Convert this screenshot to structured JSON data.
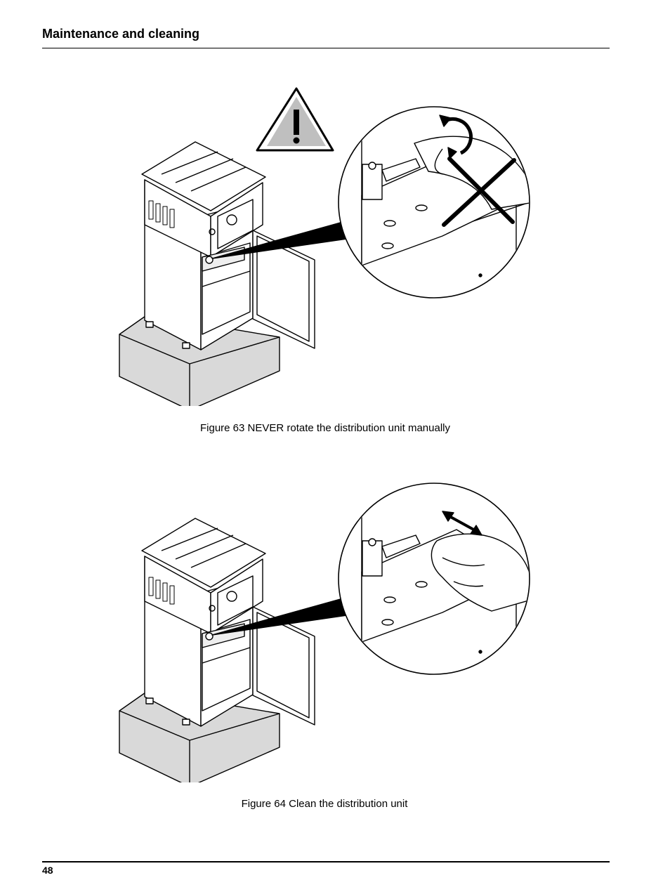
{
  "header": {
    "title": "Maintenance and cleaning"
  },
  "figures": [
    {
      "caption": "Figure 63 NEVER rotate the distribution unit manually"
    },
    {
      "caption": "Figure 64 Clean the distribution unit"
    }
  ],
  "footer": {
    "page_number": "48"
  }
}
